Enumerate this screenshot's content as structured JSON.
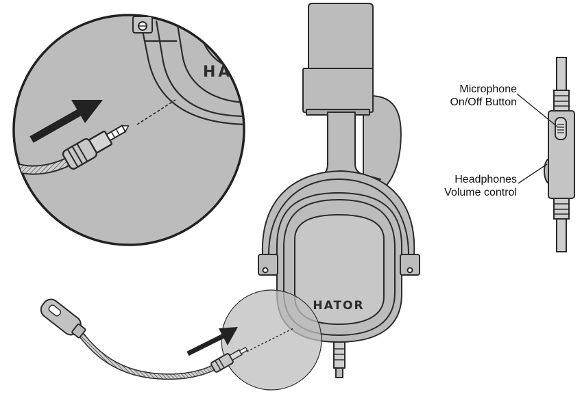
{
  "brand": "HATOR",
  "labels": {
    "mic_line1": "Microphone",
    "mic_line2": "On/Off Button",
    "vol_line1": "Headphones",
    "vol_line2": "Volume control"
  },
  "colors": {
    "fill": "#bcbcbc",
    "fill_light": "#cfcfcf",
    "stroke": "#2a2a2a",
    "arrow": "#222222",
    "background": "#ffffff"
  }
}
